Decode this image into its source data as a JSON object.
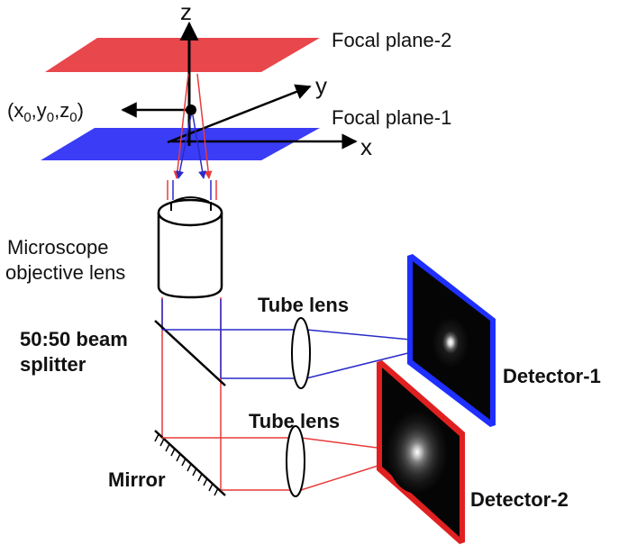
{
  "labels": {
    "z_axis": "z",
    "y_axis": "y",
    "x_axis": "x",
    "point": "(x0,y0,z0)",
    "point_x": "x",
    "point_x_sub": "0",
    "point_y": "y",
    "point_y_sub": "0",
    "point_z": "z",
    "point_z_sub": "0",
    "focal_plane_2": "Focal plane-2",
    "focal_plane_1": "Focal plane-1",
    "objective_line1": "Microscope",
    "objective_line2": "objective lens",
    "tube_lens_1": "Tube lens",
    "tube_lens_2": "Tube lens",
    "beam_splitter_line1": "50:50 beam",
    "beam_splitter_line2": "splitter",
    "mirror": "Mirror",
    "detector_1": "Detector-1",
    "detector_2": "Detector-2"
  },
  "colors": {
    "focal_plane_2": "#e8474c",
    "focal_plane_1": "#3b3cf5",
    "red_path": "#e83a3a",
    "blue_path": "#2a2ac8",
    "detector_1_frame": "#2b35ff",
    "detector_2_frame": "#e02020",
    "detector_face": "#050505",
    "text": "#111111"
  }
}
